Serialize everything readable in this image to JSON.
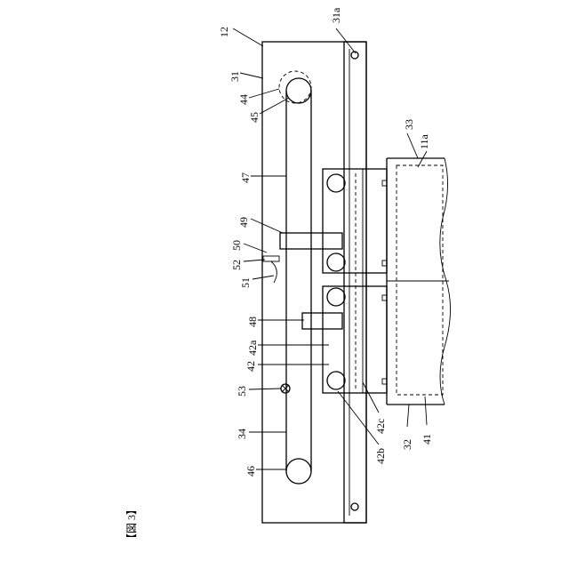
{
  "figure": {
    "caption": "【図 3】"
  },
  "labels": {
    "l12": "12",
    "l31a": "31a",
    "l31": "31",
    "l44": "44",
    "l45": "45",
    "l33": "33",
    "l11a": "11a",
    "l47": "47",
    "l49": "49",
    "l50": "50",
    "l52": "52",
    "l51": "51",
    "l48": "48",
    "l42a": "42a",
    "l42": "42",
    "l53": "53",
    "l34": "34",
    "l46": "46",
    "l42b": "42b",
    "l42c": "42c",
    "l32": "32",
    "l41": "41"
  }
}
